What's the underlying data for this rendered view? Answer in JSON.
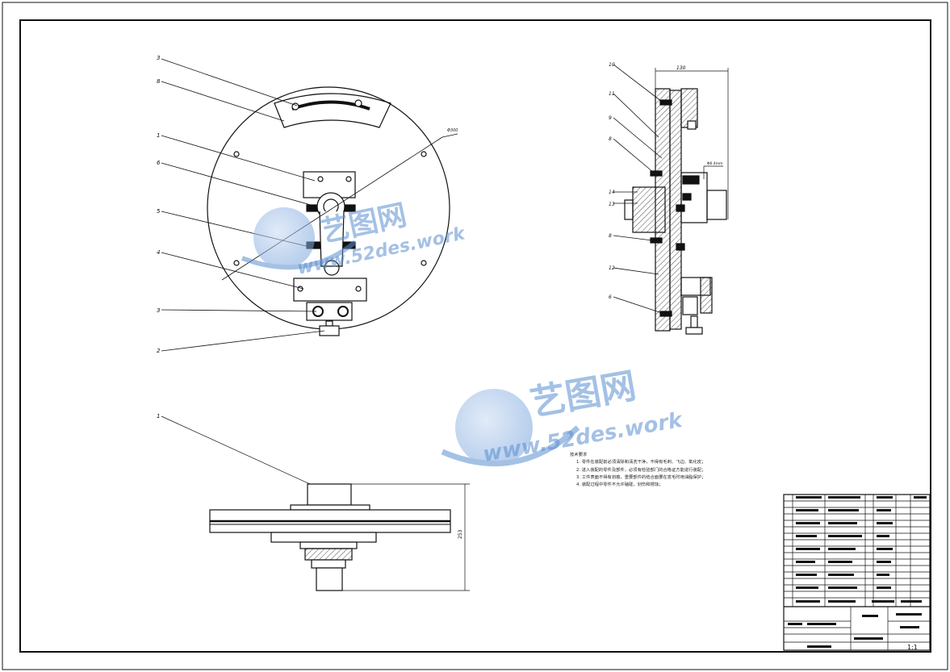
{
  "drawing": {
    "callouts_front": [
      "3",
      "8",
      "1",
      "6",
      "5",
      "4",
      "3",
      "2"
    ],
    "callouts_side": [
      "10",
      "11",
      "9",
      "8",
      "14",
      "13",
      "8",
      "12",
      "6"
    ],
    "callout_bottom": "1",
    "annotation_tilt": "Φ300",
    "dim_side_top": "130",
    "dim_side_small": "Φ6.4mm",
    "dim_bottom_height": "253"
  },
  "tech_notes": {
    "heading": "技术要求",
    "items": [
      "1. 零件在装配前必须清除和清洗干净，不得有毛刺、飞边、氧化皮；",
      "2. 进入装配的零件及部件，必须有检验部门的合格证方能进行装配；",
      "3. 工件表面不得有划痕，重要部件的结合面要在发毛时用油脂保护；",
      "4. 装配过程中零件不允许磕碰，划伤和锈蚀；"
    ]
  },
  "watermark": {
    "logo_text": "艺图网",
    "url_text": "www.52des.work"
  },
  "title_block": {
    "scale_text": "1:1"
  },
  "colors": {
    "line": "#111111",
    "watermark": "#5a8fd0"
  }
}
